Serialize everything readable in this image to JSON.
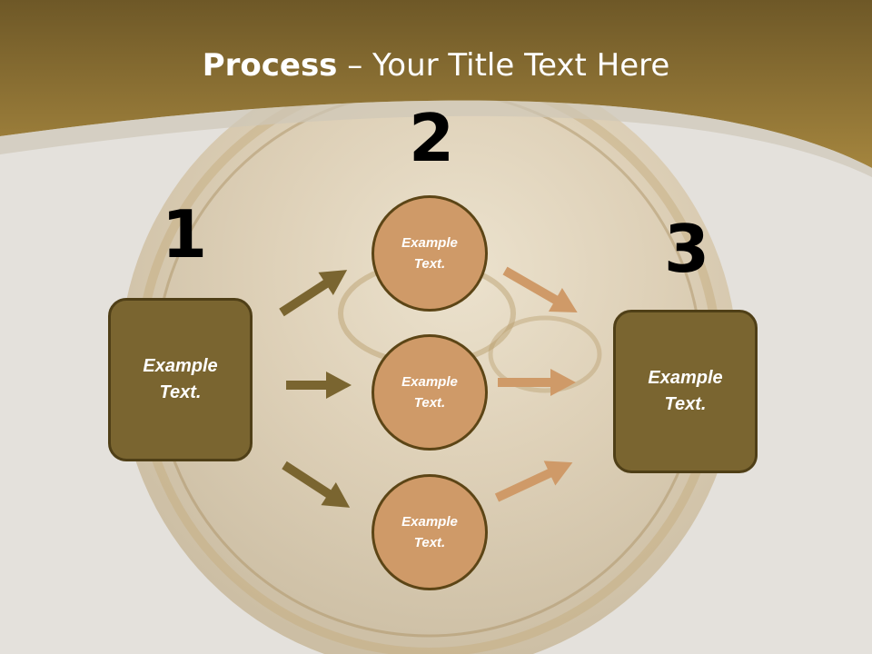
{
  "title": {
    "bold": "Process",
    "rest": " – Your Title Text Here"
  },
  "steps": {
    "one": {
      "number": "1",
      "label_line1": "Example",
      "label_line2": "Text."
    },
    "two": {
      "number": "2",
      "circles": [
        {
          "line1": "Example",
          "line2": "Text."
        },
        {
          "line1": "Example",
          "line2": "Text."
        },
        {
          "line1": "Example",
          "line2": "Text."
        }
      ]
    },
    "three": {
      "number": "3",
      "label_line1": "Example",
      "label_line2": "Text."
    }
  },
  "colors": {
    "header": "#8a6f34",
    "box_fill": "#7a6530",
    "circle_fill": "#cf9a68",
    "arrow_left": "#7a6530",
    "arrow_right": "#cf9a68"
  }
}
